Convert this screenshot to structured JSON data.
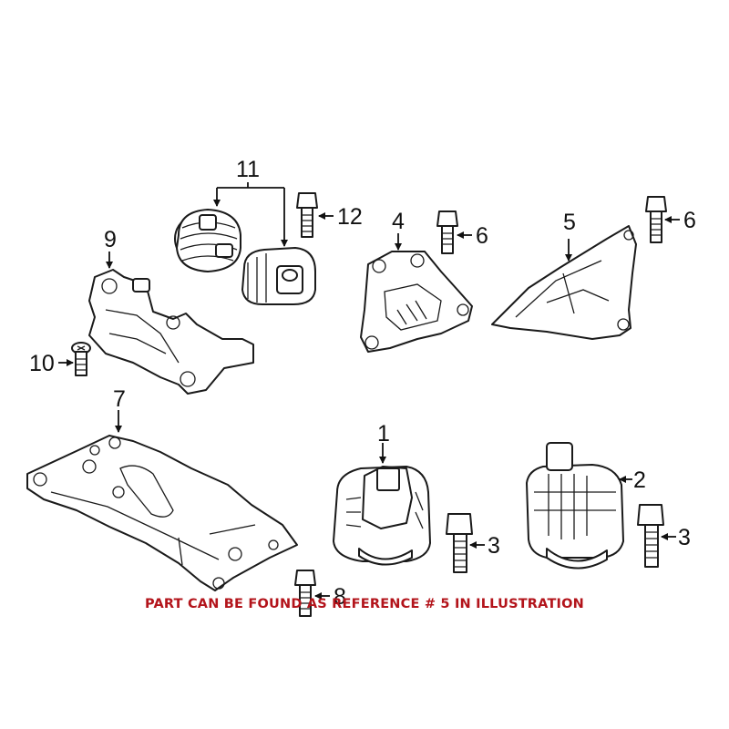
{
  "callouts": {
    "c1": "1",
    "c2": "2",
    "c3a": "3",
    "c3b": "3",
    "c4": "4",
    "c5": "5",
    "c6a": "6",
    "c6b": "6",
    "c7": "7",
    "c8": "8",
    "c9": "9",
    "c10": "10",
    "c11": "11",
    "c12": "12"
  },
  "notice": "PART CAN BE FOUND AS REFERENCE # 5 IN ILLUSTRATION",
  "colors": {
    "notice": "#b3141b",
    "ink": "#1a1a1a"
  }
}
